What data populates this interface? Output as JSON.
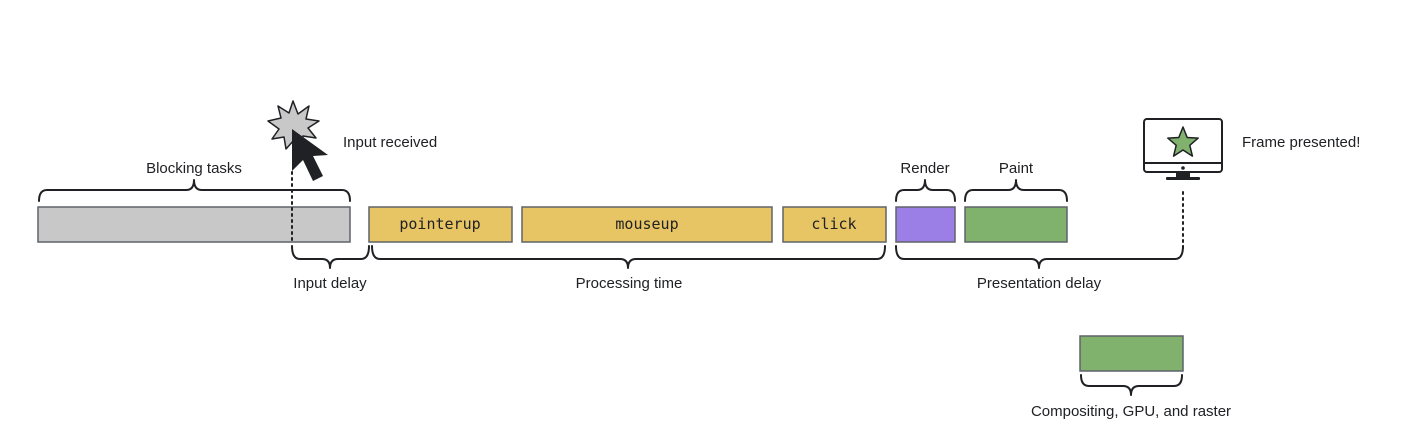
{
  "labels": {
    "blocking_tasks": "Blocking tasks",
    "input_received": "Input received",
    "render": "Render",
    "paint": "Paint",
    "frame_presented": "Frame presented!",
    "input_delay": "Input delay",
    "processing_time": "Processing time",
    "presentation_delay": "Presentation delay",
    "compositing": "Compositing, GPU, and raster"
  },
  "events": {
    "pointerup": "pointerup",
    "mouseup": "mouseup",
    "click": "click"
  },
  "colors": {
    "blocking": "#c8c8c8",
    "event": "#e8c564",
    "render": "#9b7fe6",
    "paint": "#80b26e",
    "stroke": "#5f6368",
    "ink": "#202124"
  },
  "icons": [
    "starburst-icon",
    "cursor-icon",
    "monitor-icon",
    "star-icon"
  ]
}
